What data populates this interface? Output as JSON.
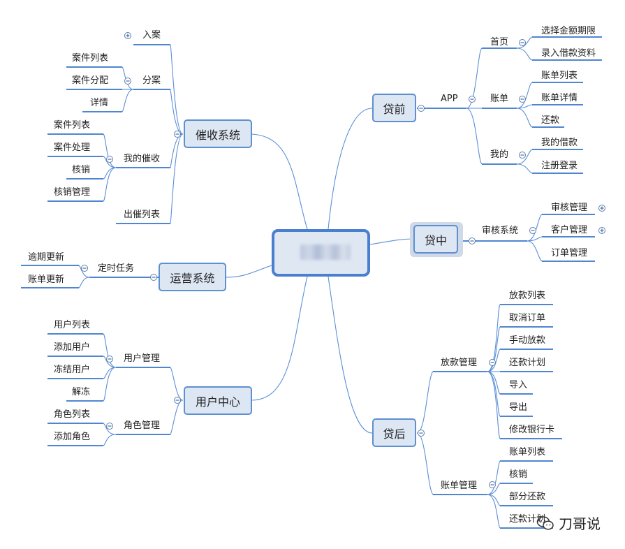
{
  "center": {
    "label": ""
  },
  "main_nodes": {
    "cuishou": "催收系统",
    "yunying": "运营系统",
    "yonghu": "用户中心",
    "daiqian": "贷前",
    "daizhong": "贷中",
    "daihou": "贷后"
  },
  "cuishou": {
    "ruan": "入案",
    "fenan": "分案",
    "fenan_children": [
      "案件列表",
      "案件分配",
      "详情"
    ],
    "wodecuishou": "我的催收",
    "wodecuishou_children": [
      "案件列表",
      "案件处理",
      "核销",
      "核销管理"
    ],
    "chucuiliebiao": "出催列表"
  },
  "yunying": {
    "dingshi": "定时任务",
    "dingshi_children": [
      "逾期更新",
      "账单更新"
    ]
  },
  "yonghu": {
    "yonghuguanli": "用户管理",
    "yonghuguanli_children": [
      "用户列表",
      "添加用户",
      "冻结用户",
      "解冻"
    ],
    "jiaoseguanli": "角色管理",
    "jiaoseguanli_children": [
      "角色列表",
      "添加角色"
    ]
  },
  "daiqian": {
    "app": "APP",
    "shouye": "首页",
    "shouye_children": [
      "选择金额期限",
      "录入借款资料"
    ],
    "zhangdan": "账单",
    "zhangdan_children": [
      "账单列表",
      "账单详情",
      "还款"
    ],
    "wode": "我的",
    "wode_children": [
      "我的借款",
      "注册登录"
    ]
  },
  "daizhong": {
    "shenhe": "审核系统",
    "shenhe_children": [
      "审核管理",
      "客户管理",
      "订单管理"
    ]
  },
  "daihou": {
    "fangkuan": "放款管理",
    "fangkuan_children": [
      "放款列表",
      "取消订单",
      "手动放款",
      "还款计划",
      "导入",
      "导出",
      "修改银行卡"
    ],
    "zhangdanguanli": "账单管理",
    "zhangdanguanli_children": [
      "账单列表",
      "核销",
      "部分还款",
      "还款计划"
    ]
  },
  "watermark": "刀哥说",
  "colors": {
    "node_fill": "#dde6f3",
    "node_border": "#5e8fd0",
    "line": "#4f86cf"
  }
}
